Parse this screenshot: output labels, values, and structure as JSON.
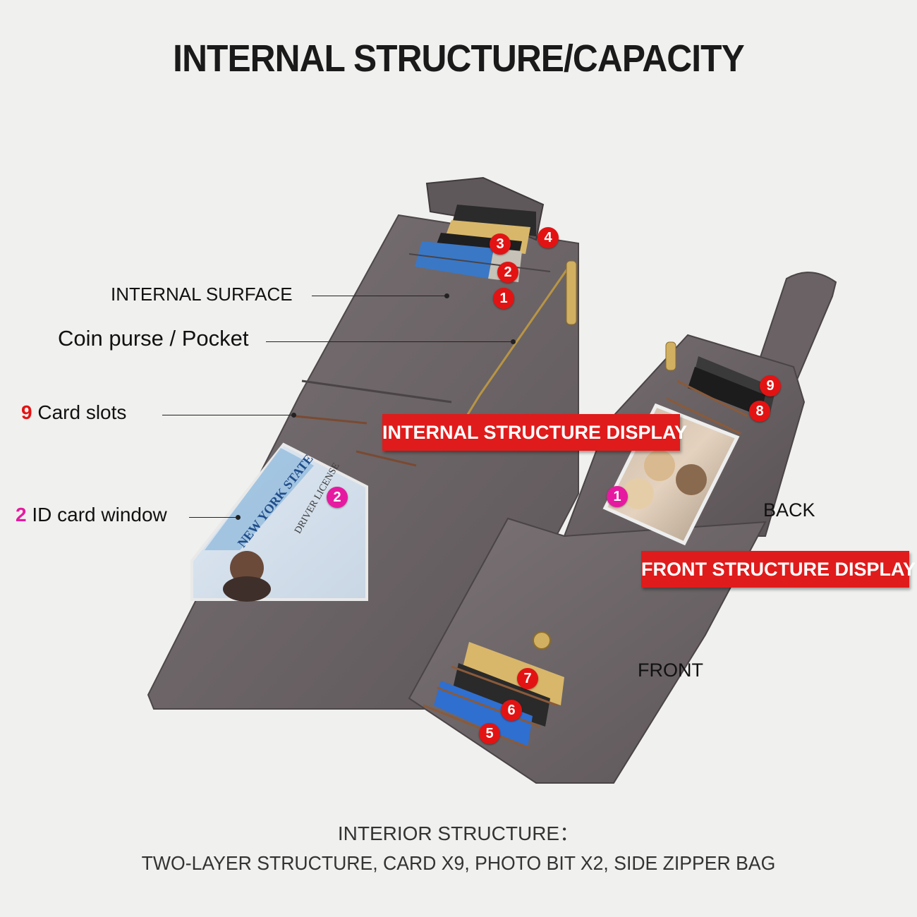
{
  "title": "INTERNAL STRUCTURE/CAPACITY",
  "labels": {
    "internal_surface": "INTERNAL SURFACE",
    "coin_purse": "Coin purse / Pocket",
    "card_slots_num": "9",
    "card_slots_text": " Card slots",
    "id_window_num": "2",
    "id_window_text": " ID card window",
    "back": "BACK",
    "front": "FRONT"
  },
  "banners": {
    "internal": "INTERNAL STRUCTURE DISPLAY",
    "front": "FRONT STRUCTURE DISPLAY"
  },
  "badges": {
    "b1": "1",
    "b2": "2",
    "b3": "3",
    "b4": "4",
    "b5": "5",
    "b6": "6",
    "b7": "7",
    "b8": "8",
    "b9": "9",
    "id2": "2",
    "photo1": "1"
  },
  "id_card": {
    "state": "NEW YORK STATE",
    "type": "DRIVER LICENSE"
  },
  "footer": {
    "line1": "INTERIOR STRUCTURE：",
    "line2": "TWO-LAYER STRUCTURE, CARD X9, PHOTO BIT X2, SIDE ZIPPER BAG"
  },
  "colors": {
    "leather": "#6d6567",
    "badge_red": "#e31313",
    "badge_pink": "#e61aa0",
    "banner": "#e01b1b"
  }
}
